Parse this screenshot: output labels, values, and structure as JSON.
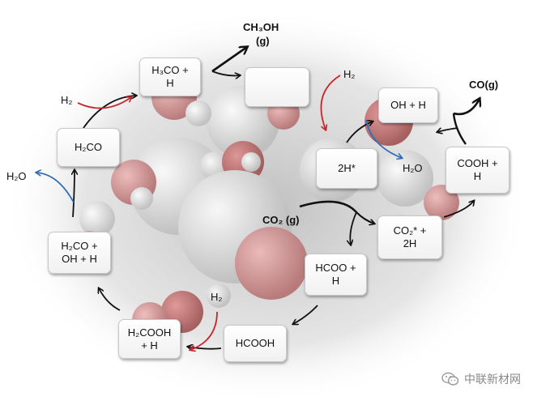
{
  "nodes": {
    "h3co_h": [
      "H₃CO +",
      "H"
    ],
    "empty": [],
    "oh_h": [
      "OH + H"
    ],
    "h2co": [
      "H₂CO"
    ],
    "twoh": [
      "2H*"
    ],
    "cooh_h": [
      "COOH +",
      "H"
    ],
    "co2s_2h": [
      "CO₂* +",
      "2H"
    ],
    "h2co_oh_h": [
      "H₂CO +",
      "OH + H"
    ],
    "hcoo_h": [
      "HCOO +",
      "H"
    ],
    "h2cooh_h": [
      "H₂COOH",
      "+ H"
    ],
    "hcooh": [
      "HCOOH"
    ]
  },
  "labels": {
    "ch3oh": "CH₃OH",
    "ch3oh_phase": "(g)",
    "co_g": "CO(g)",
    "h2_left": "H₂",
    "h2_topright": "H₂",
    "h2_bottom": "H₂",
    "h2o_left": "H₂O",
    "h2o_right": "H₂O",
    "co2_g": "CO₂ (g)"
  },
  "watermark": {
    "text": "中联新材网",
    "icon": "wechat-icon"
  },
  "colors": {
    "black_arrow": "#111111",
    "red_arrow": "#c8242a",
    "blue_arrow": "#2f6db5"
  }
}
